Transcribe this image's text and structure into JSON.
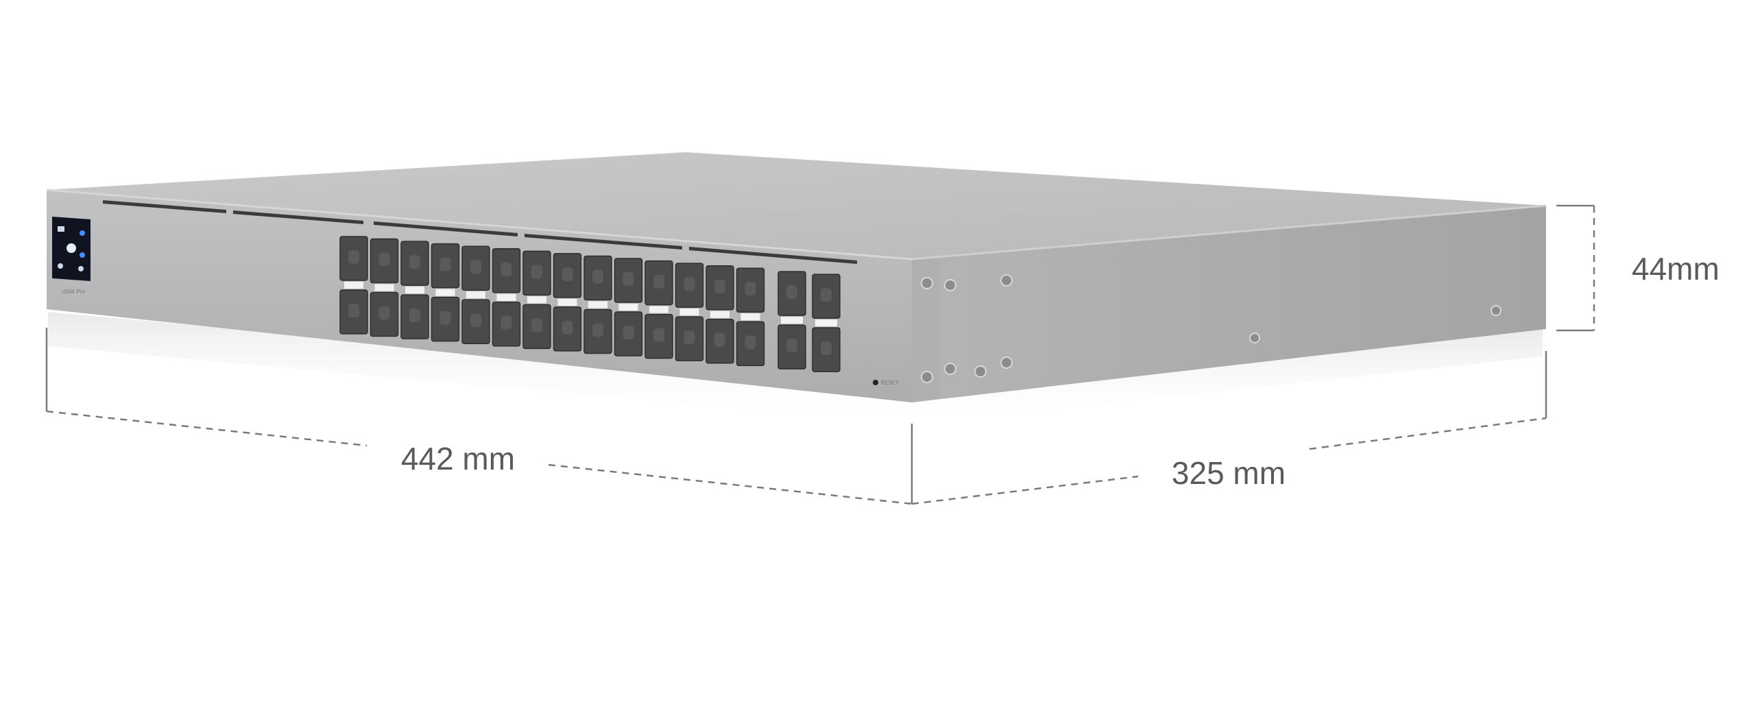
{
  "dimensions": {
    "width_label": "442 mm",
    "depth_label": "325 mm",
    "height_label": "44mm"
  },
  "device": {
    "port_rows": 2,
    "main_port_columns": 14,
    "uplink_port_columns": 2,
    "reset_label": "RESET",
    "model_label": "USW Pro"
  },
  "colors": {
    "chassis_top": "#bfbfc1",
    "chassis_front": "#b4b4b6",
    "chassis_side": "#a9a9ab",
    "port_fill": "#4a4a4c",
    "dimension_line": "#7a7a7a",
    "label_text": "#5a5a5a"
  }
}
